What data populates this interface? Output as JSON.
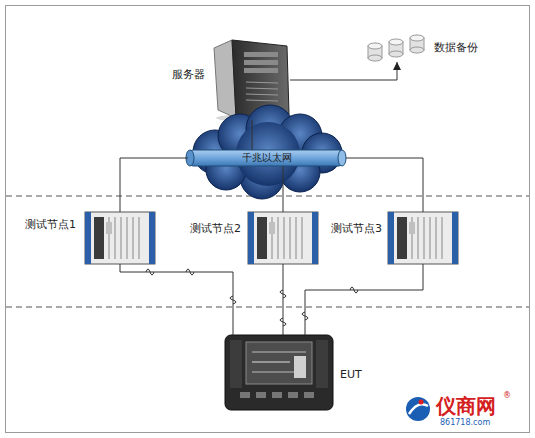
{
  "diagram": {
    "nodes": [
      {
        "text": [
          "服务器"
        ]
      },
      {
        "text": [
          "数据备份"
        ]
      },
      {
        "text": [
          "千兆以太网"
        ]
      },
      {
        "text": [
          "测试节点1"
        ]
      },
      {
        "text": [
          "测试节点2"
        ]
      },
      {
        "text": [
          "测试节点3"
        ]
      },
      {
        "text": [
          "EUT"
        ]
      }
    ],
    "edges": [
      {
        "from": 0,
        "to": 1,
        "arrow": "to"
      },
      {
        "from": 0,
        "to": 2,
        "arrow": "none"
      },
      {
        "from": 2,
        "to": 3,
        "arrow": "none"
      },
      {
        "from": 2,
        "to": 4,
        "arrow": "none"
      },
      {
        "from": 2,
        "to": 5,
        "arrow": "none"
      },
      {
        "from": 3,
        "to": 6,
        "arrow": "none"
      },
      {
        "from": 4,
        "to": 6,
        "arrow": "none"
      },
      {
        "from": 5,
        "to": 6,
        "arrow": "none"
      }
    ],
    "labels": [
      "仪商网",
      "®",
      "861718.com"
    ]
  }
}
